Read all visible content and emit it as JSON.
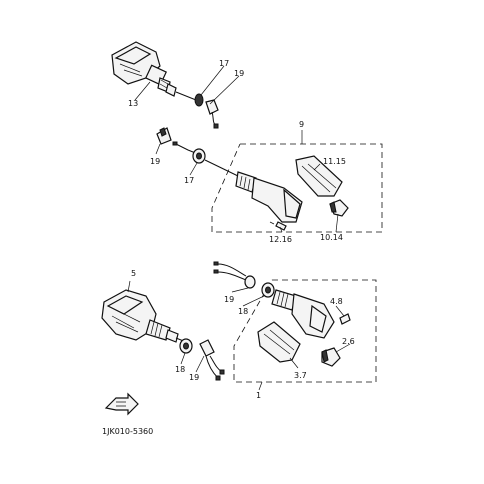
{
  "labels": {
    "l13": "13",
    "l17a": "17",
    "l19a": "19",
    "l9": "9",
    "l19b": "19",
    "l17b": "17",
    "l1115": "11.15",
    "l1216": "12.16",
    "l1014": "10.14",
    "l5": "5",
    "l19c": "19",
    "l18a": "18",
    "l48": "4.8",
    "l26": "2.6",
    "l37": "3.7",
    "l18b": "18",
    "l19d": "19",
    "l1": "1"
  },
  "diagram_code": "1JK010-5360",
  "colors": {
    "ink": "#111111",
    "paper": "#ffffff"
  }
}
